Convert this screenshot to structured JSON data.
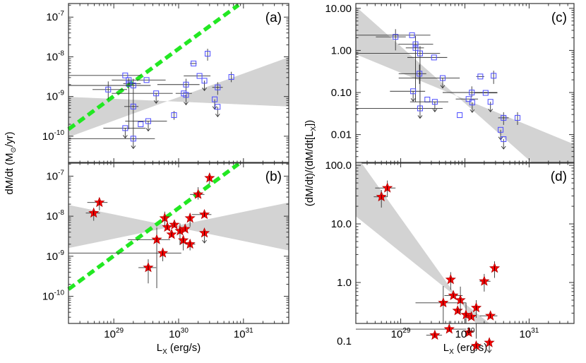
{
  "figure": {
    "ylabel_left": {
      "pre": "dM/dt (M",
      "sub": "⊙",
      "post": "/yr)"
    },
    "ylabel_right": {
      "pre": "(dM/dt)/(dM/dt[L",
      "sub": "X",
      "post": "])"
    },
    "xlabel": {
      "pre": "L",
      "sub": "X",
      "post": " (erg/s)"
    },
    "colors": {
      "square_marker": "#4b4bff",
      "star_marker": "#ff0000",
      "fit_band": "#d3d3d3",
      "dashed_line": "#22e822",
      "error_bar": "#333333"
    }
  },
  "chart_data": [
    {
      "type": "scatter",
      "panel_label": "(a)",
      "marker": "open-square",
      "xscale": "log",
      "yscale": "log",
      "xlim": [
        2e+28,
        5e+31
      ],
      "ylim": [
        2.1e-11,
        2.2e-07
      ],
      "x_ticks": [],
      "y_ticks": [
        {
          "v": 1e-07,
          "base": "10",
          "exp": "-7"
        },
        {
          "v": 1e-08,
          "base": "10",
          "exp": "-8"
        },
        {
          "v": 1e-09,
          "base": "10",
          "exp": "-9"
        },
        {
          "v": 1e-10,
          "base": "10",
          "exp": "-10"
        }
      ],
      "fit_band": {
        "line1": [
          [
            2e+28,
            9.8e-10
          ],
          [
            5e+31,
            5.6e-10
          ]
        ],
        "line2": [
          [
            2e+28,
            9.5e-11
          ],
          [
            5e+31,
            9.8e-09
          ]
        ]
      },
      "dashed_line": [
        [
          2e+28,
          1.5e-10
        ],
        [
          5e+31,
          1.7e-06
        ]
      ],
      "points": [
        {
          "x": 8.2e+28,
          "y": 1.5e-09,
          "xerr": [
            4.7e+28,
            1.6e+29
          ],
          "yerr": [
            8.5e-10,
            2.4e-09
          ]
        },
        {
          "x": 1.5e+29,
          "y": 3.4e-09,
          "xerr": [
            2e+28,
            2.6e+29
          ]
        },
        {
          "x": 1.7e+29,
          "y": 2.6e-09,
          "xerr": [
            9.3e+28,
            6.3e+29
          ]
        },
        {
          "x": 1.7e+29,
          "y": 2.1e-09,
          "xerr": [
            1.4e+29,
            2.6e+29
          ],
          "yerr": [
            1.5e-10,
            2.9e-09
          ]
        },
        {
          "x": 2e+29,
          "y": 1.9e-09,
          "xerr": [
            2e+28,
            3.7e+29
          ],
          "yerr": [
            8e-11,
            2.8e-09
          ]
        },
        {
          "x": 2e+29,
          "y": 5.6e-10,
          "xerr": [
            1.45e+29,
            2.4e+29
          ]
        },
        {
          "x": 3.2e+29,
          "y": 2.6e-09
        },
        {
          "x": 4.5e+29,
          "y": 1.2e-09,
          "ul": true,
          "xerr": [
            9.3e+28,
            8.1e+29
          ]
        },
        {
          "x": 1.5e+29,
          "y": 1.6e-10,
          "ul": true,
          "xerr": [
            6.9e+28,
            3.1e+29
          ]
        },
        {
          "x": 2e+29,
          "y": 8.7e-11,
          "ul": true,
          "xerr": [
            2e+28,
            4.3e+29
          ]
        },
        {
          "x": 2.6e+29,
          "y": 2e-10
        },
        {
          "x": 3.4e+29,
          "y": 2.4e-10,
          "ul": true,
          "xerr": [
            1.5e+29,
            6.6e+29
          ]
        },
        {
          "x": 8.5e+29,
          "y": 3.4e-10,
          "yerr": [
            2.6e-10,
            4.3e-10
          ]
        },
        {
          "x": 1.2e+30,
          "y": 1.2e-09,
          "xerr": [
            9e+29,
            1.6e+30
          ]
        },
        {
          "x": 1.3e+30,
          "y": 1.1e-09,
          "ul": true
        },
        {
          "x": 1.3e+30,
          "y": 2e-09,
          "xerr": [
            4.7e+29,
            2.1e+30
          ],
          "yerr": [
            1.4e-09,
            2.8e-09
          ]
        },
        {
          "x": 1.7e+30,
          "y": 6.8e-09,
          "xerr": [
            1.5e+30,
            1.9e+30
          ]
        },
        {
          "x": 2.1e+30,
          "y": 3.3e-09,
          "xerr": [
            1.2e+30,
            3.1e+30
          ]
        },
        {
          "x": 2.5e+30,
          "y": 2.5e-09,
          "ul": true
        },
        {
          "x": 2.8e+30,
          "y": 1.2e-08,
          "yerr": [
            8e-09,
            1.6e-08
          ]
        },
        {
          "x": 3.6e+30,
          "y": 8.5e-10,
          "ul": true
        },
        {
          "x": 4e+30,
          "y": 1.7e-09,
          "xerr": [
            3.3e+30,
            4.8e+30
          ],
          "yerr": [
            1.1e-09,
            2.3e-09
          ]
        },
        {
          "x": 4e+30,
          "y": 5.5e-10,
          "ul": true
        },
        {
          "x": 6.5e+30,
          "y": 3.1e-09,
          "yerr": [
            2.3e-09,
            4.2e-09
          ]
        }
      ]
    },
    {
      "type": "scatter",
      "panel_label": "(b)",
      "marker": "star",
      "xscale": "log",
      "yscale": "log",
      "xlim": [
        2e+28,
        5e+31
      ],
      "ylim": [
        2.1e-11,
        2.2e-07
      ],
      "x_ticks": [
        {
          "v": 1e+29,
          "base": "10",
          "exp": "29"
        },
        {
          "v": 1e+30,
          "base": "10",
          "exp": "30"
        },
        {
          "v": 1e+31,
          "base": "10",
          "exp": "31"
        }
      ],
      "y_ticks": [
        {
          "v": 1e-07,
          "base": "10",
          "exp": "-7"
        },
        {
          "v": 1e-08,
          "base": "10",
          "exp": "-8"
        },
        {
          "v": 1e-09,
          "base": "10",
          "exp": "-9"
        },
        {
          "v": 1e-10,
          "base": "10",
          "exp": "-10"
        }
      ],
      "fit_band": {
        "line1": [
          [
            2e+28,
            1.9e-08
          ],
          [
            5e+31,
            1.4e-09
          ]
        ],
        "line2": [
          [
            2e+28,
            1.6e-09
          ],
          [
            5e+31,
            2.2e-08
          ]
        ]
      },
      "dashed_line": [
        [
          2e+28,
          1.5e-10
        ],
        [
          5e+31,
          1.7e-06
        ]
      ],
      "points": [
        {
          "x": 4.9e+28,
          "y": 1.2e-08,
          "xerr": [
            3.7e+28,
            6.1e+28
          ],
          "yerr": [
            7.7e-09,
            1.5e-08
          ]
        },
        {
          "x": 6e+28,
          "y": 2.2e-08,
          "xerr": [
            3.9e+28,
            8e+28
          ],
          "yerr": [
            1.4e-08,
            2.9e-08
          ]
        },
        {
          "x": 3.4e+29,
          "y": 5.2e-10,
          "xerr": [
            2.4e+29,
            4.5e+29
          ],
          "yerr": [
            2.1e-10,
            8.4e-10
          ]
        },
        {
          "x": 4.6e+29,
          "y": 2.6e-09,
          "xerr": [
            1.65e+29,
            7.4e+29
          ],
          "yerr": [
            1.6e-10,
            5.2e-09
          ]
        },
        {
          "x": 5.7e+29,
          "y": 1.2e-09,
          "xerr": [
            2e+28,
            1.1e+30
          ],
          "yerr": [
            7.5e-10,
            1.6e-09
          ]
        },
        {
          "x": 6.1e+29,
          "y": 8.9e-09,
          "yerr": [
            5.8e-09,
            1.3e-08
          ]
        },
        {
          "x": 6.7e+29,
          "y": 5.3e-09
        },
        {
          "x": 7.8e+29,
          "y": 3.5e-09
        },
        {
          "x": 8.6e+29,
          "y": 6.1e-09
        },
        {
          "x": 1.05e+30,
          "y": 4.3e-09,
          "yerr": [
            1.9e-09,
            6.6e-09
          ]
        },
        {
          "x": 1.18e+30,
          "y": 2.5e-09,
          "yerr": [
            1.4e-09,
            3.2e-09
          ]
        },
        {
          "x": 1.26e+30,
          "y": 4.8e-09
        },
        {
          "x": 1.5e+30,
          "y": 8.9e-09,
          "yerr": [
            5.5e-09,
            1.2e-08
          ]
        },
        {
          "x": 1.5e+30,
          "y": 2e-09,
          "xerr": [
            1.3e+30,
            1.8e+30
          ],
          "yerr": [
            1.4e-09,
            2.6e-09
          ]
        },
        {
          "x": 2e+30,
          "y": 3.5e-08,
          "xerr": [
            1.5e+30,
            2.5e+30
          ],
          "yerr": [
            2.6e-08,
            5.3e-08
          ]
        },
        {
          "x": 2.5e+30,
          "y": 1.1e-08,
          "xerr": [
            1.6e+30,
            3.2e+30
          ]
        },
        {
          "x": 2.5e+30,
          "y": 3.8e-09,
          "ul": true
        },
        {
          "x": 3e+30,
          "y": 9e-08,
          "yerr": [
            6.3e-08,
            1.2e-07
          ]
        }
      ]
    },
    {
      "type": "scatter",
      "panel_label": "(c)",
      "marker": "open-square",
      "xscale": "log",
      "yscale": "log",
      "xlim": [
        2e+28,
        5e+31
      ],
      "ylim": [
        0.0021,
        13
      ],
      "x_ticks": [],
      "y_ticks": [
        {
          "v": 10,
          "label": "10.00"
        },
        {
          "v": 1,
          "label": "1.00"
        },
        {
          "v": 0.1,
          "label": "0.10"
        },
        {
          "v": 0.01,
          "label": "0.01"
        }
      ],
      "fit_band": {
        "line1": [
          [
            2e+28,
            11
          ],
          [
            5e+31,
            0.00028
          ]
        ],
        "line2": [
          [
            2e+28,
            0.81
          ],
          [
            5e+31,
            0.0059
          ]
        ]
      },
      "points": [
        {
          "x": 8.3e+28,
          "y": 2.1,
          "xerr": [
            4.1e+28,
            1.2e+29
          ],
          "yerr": [
            1.0,
            3.2
          ]
        },
        {
          "x": 1.5e+29,
          "y": 2.3,
          "xerr": [
            2e+28,
            2.9e+29
          ]
        },
        {
          "x": 1.7e+29,
          "y": 1.4,
          "xerr": [
            9.2e+28,
            3.2e+29
          ],
          "yerr": [
            0.06,
            2.2
          ]
        },
        {
          "x": 1.7e+29,
          "y": 1.15,
          "xerr": [
            1.2e+29,
            2.3e+29
          ]
        },
        {
          "x": 2e+29,
          "y": 0.85,
          "xerr": [
            2e+28,
            4.1e+29
          ],
          "yerr": [
            0.04,
            1.27
          ]
        },
        {
          "x": 3.3e+29,
          "y": 0.68,
          "xerr": [
            1.27e+29,
            5.3e+29
          ]
        },
        {
          "x": 1.96e+29,
          "y": 0.28,
          "xerr": [
            9.3e+28,
            2.5e+29
          ],
          "yerr": [
            0.16,
            0.46
          ]
        },
        {
          "x": 4.5e+29,
          "y": 0.22,
          "ul": true,
          "xerr": [
            9.3e+28,
            8.3e+29
          ]
        },
        {
          "x": 1.56e+29,
          "y": 0.107,
          "ul": true,
          "xerr": [
            6.8e+28,
            2.4e+29
          ]
        },
        {
          "x": 2e+29,
          "y": 0.042,
          "ul": true,
          "xerr": [
            2e+28,
            4.5e+29
          ]
        },
        {
          "x": 2.6e+29,
          "y": 0.068
        },
        {
          "x": 3.4e+29,
          "y": 0.06,
          "ul": true,
          "xerr": [
            1.4e+29,
            5.5e+29
          ]
        },
        {
          "x": 8.3e+28,
          "y": 0.029,
          "hide": true
        },
        {
          "x": 8.3e+29,
          "y": 0.029
        },
        {
          "x": 1.14e+30,
          "y": 0.07,
          "xerr": [
            7.2e+29,
            1.6e+30
          ]
        },
        {
          "x": 1.28e+30,
          "y": 0.1,
          "xerr": [
            4.5e+29,
            3.2e+30
          ],
          "yerr": [
            0.078,
            0.14
          ]
        },
        {
          "x": 1.3e+30,
          "y": 0.058,
          "ul": true
        },
        {
          "x": 1.74e+30,
          "y": 0.24,
          "xerr": [
            1.5e+30,
            2e+30
          ]
        },
        {
          "x": 2.1e+30,
          "y": 0.098,
          "xerr": [
            1.4e+30,
            3.2e+30
          ]
        },
        {
          "x": 2.5e+30,
          "y": 0.06,
          "ul": true
        },
        {
          "x": 2.8e+30,
          "y": 0.25,
          "yerr": [
            0.16,
            0.33
          ]
        },
        {
          "x": 3.6e+30,
          "y": 0.013,
          "ul": true
        },
        {
          "x": 4e+30,
          "y": 0.025,
          "xerr": [
            3.3e+30,
            4.8e+30
          ],
          "yerr": [
            0.017,
            0.034
          ]
        },
        {
          "x": 4e+30,
          "y": 0.0078,
          "ul": true
        },
        {
          "x": 6.6e+30,
          "y": 0.025,
          "yerr": [
            0.017,
            0.034
          ]
        }
      ]
    },
    {
      "type": "scatter",
      "panel_label": "(d)",
      "marker": "star",
      "xscale": "log",
      "yscale": "log",
      "xlim": [
        2e+28,
        5e+31
      ],
      "ylim": [
        0.2,
        112
      ],
      "x_ticks": [
        {
          "v": 1e+29,
          "base": "10",
          "exp": "29"
        },
        {
          "v": 1e+30,
          "base": "10",
          "exp": "30"
        },
        {
          "v": 1e+31,
          "base": "10",
          "exp": "31"
        }
      ],
      "y_ticks": [
        {
          "v": 100,
          "label": "100.0"
        },
        {
          "v": 10,
          "label": "10.0"
        },
        {
          "v": 1,
          "label": "1.0"
        },
        {
          "v": 0.1,
          "label": "0.1"
        }
      ],
      "fit_band": {
        "line1": [
          [
            2e+28,
            150
          ],
          [
            5e+31,
            0.0009
          ]
        ],
        "line2": [
          [
            2e+28,
            13.5
          ],
          [
            5e+31,
            0.014
          ]
        ]
      },
      "points": [
        {
          "x": 5e+28,
          "y": 29,
          "xerr": [
            3.8e+28,
            6.2e+28
          ],
          "yerr": [
            19,
            38
          ]
        },
        {
          "x": 6.2e+28,
          "y": 41,
          "xerr": [
            4e+28,
            8.3e+28
          ],
          "yerr": [
            29,
            55
          ]
        },
        {
          "x": 3.4e+29,
          "y": 0.126,
          "xerr": [
            2.5e+29,
            4.4e+29
          ],
          "yerr": [
            0.053,
            0.2
          ]
        },
        {
          "x": 4.6e+29,
          "y": 0.45,
          "xerr": [
            1.7e+29,
            1.05e+30
          ],
          "yerr": [
            0.028,
            0.87
          ]
        },
        {
          "x": 5.7e+29,
          "y": 0.16,
          "xerr": [
            2e+28,
            1.05e+30
          ],
          "yerr": [
            0.1,
            0.22
          ]
        },
        {
          "x": 6e+29,
          "y": 1.12,
          "yerr": [
            0.75,
            1.5
          ]
        },
        {
          "x": 6.6e+29,
          "y": 0.6,
          "xerr": [
            4.8e+29,
            9.2e+29
          ]
        },
        {
          "x": 7.7e+29,
          "y": 0.33
        },
        {
          "x": 8.5e+29,
          "y": 0.5,
          "yerr": [
            0.3,
            0.85
          ]
        },
        {
          "x": 1.04e+30,
          "y": 0.28,
          "yerr": [
            0.14,
            0.45
          ]
        },
        {
          "x": 1.15e+30,
          "y": 0.14,
          "yerr": [
            0.1,
            0.2
          ]
        },
        {
          "x": 1.26e+30,
          "y": 0.26
        },
        {
          "x": 1.5e+30,
          "y": 0.37,
          "yerr": [
            0.25,
            0.5
          ]
        },
        {
          "x": 1.5e+30,
          "y": 0.083,
          "xerr": [
            1.3e+30,
            1.8e+30
          ],
          "yerr": [
            0.06,
            0.11
          ]
        },
        {
          "x": 2e+30,
          "y": 1.05,
          "xerr": [
            1.7e+30,
            2.5e+30
          ],
          "yerr": [
            0.7,
            1.4
          ]
        },
        {
          "x": 2.5e+30,
          "y": 0.27,
          "xerr": [
            1.7e+30,
            3.2e+30
          ]
        },
        {
          "x": 2.4e+30,
          "y": 0.094,
          "ul": true
        },
        {
          "x": 2.9e+30,
          "y": 1.75,
          "yerr": [
            1.2,
            2.3
          ]
        }
      ]
    }
  ]
}
